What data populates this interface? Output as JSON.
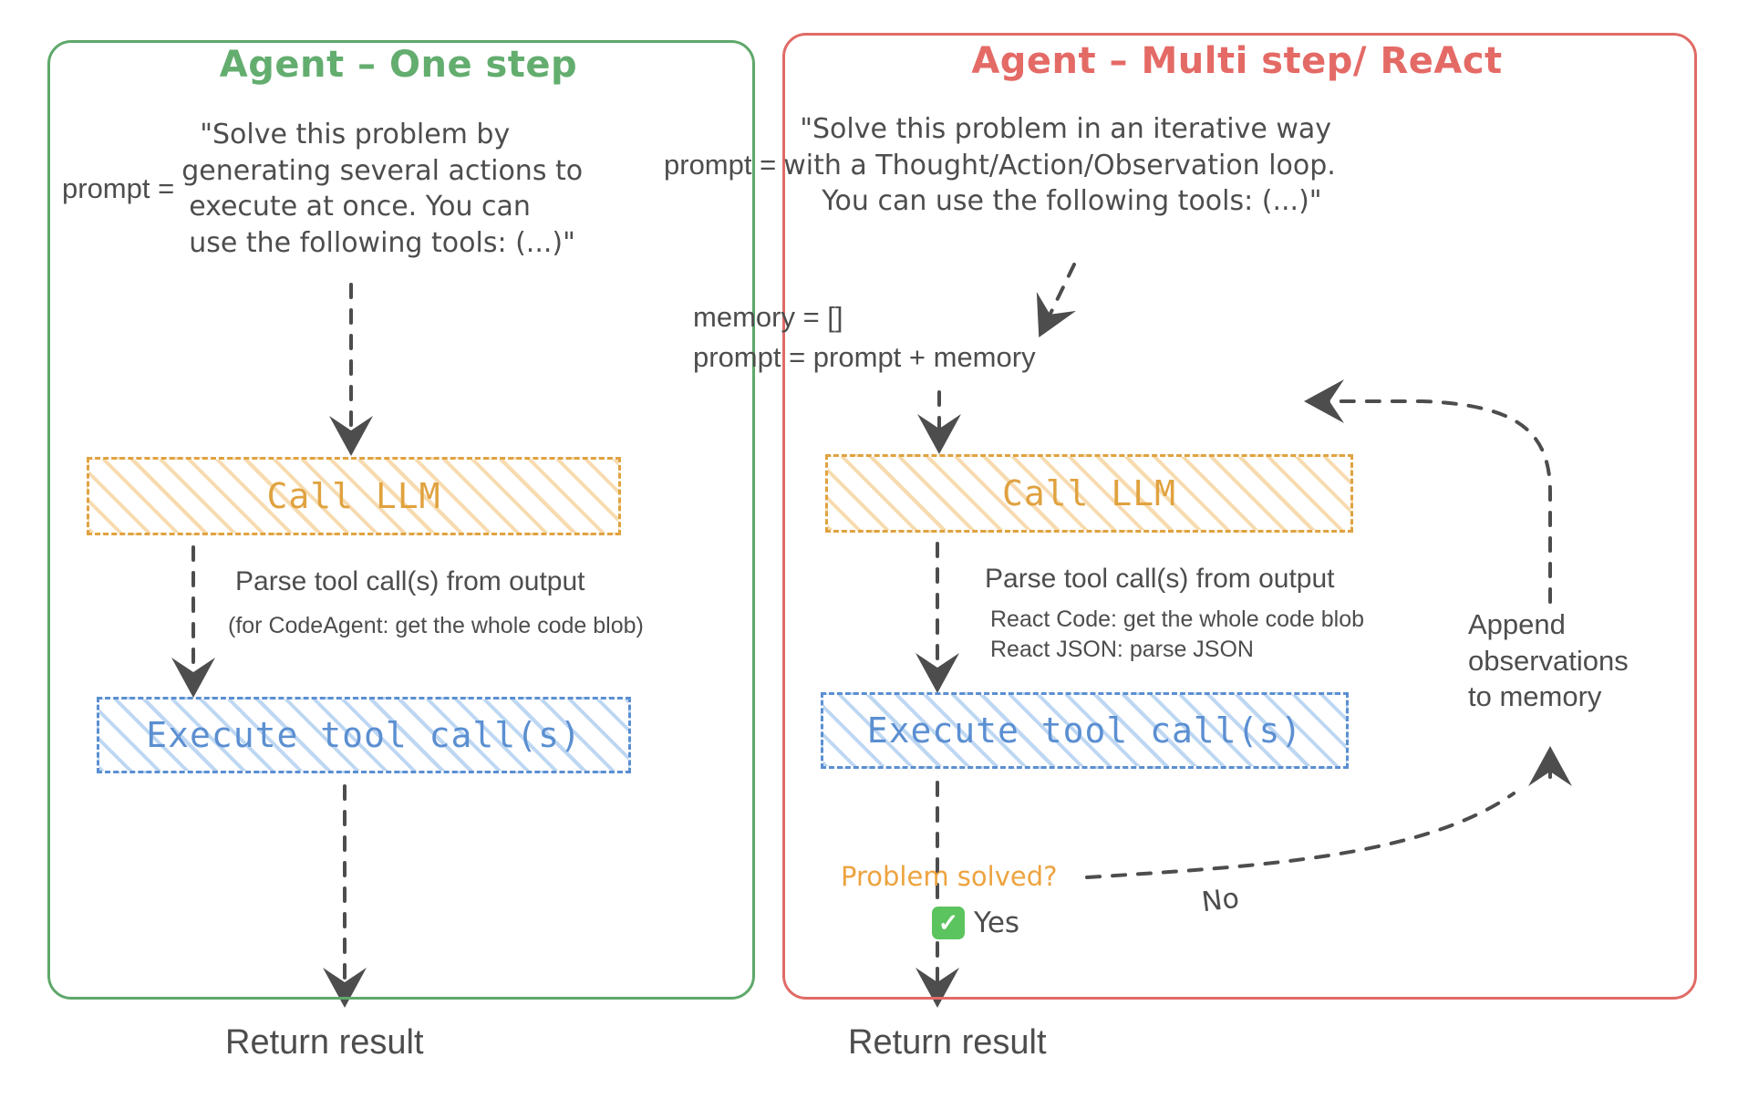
{
  "diagram": {
    "title_hidden": "Agent execution flow comparison",
    "colors": {
      "left_panel_border": "#5fa86b",
      "right_panel_border": "#e06b66",
      "left_title": "#63ad6f",
      "right_title": "#e46a66",
      "llm_box": "#e0a23f",
      "exec_box": "#5b8fd1",
      "check_green": "#5cc45e",
      "text": "#4d4d4d",
      "arrow": "#4d4d4d"
    }
  },
  "left_panel": {
    "title": "Agent – One step",
    "prompt": {
      "label": "prompt =",
      "lines": [
        "\"Solve this problem by",
        "generating several actions to",
        "execute at once. You can",
        "use the following tools: (...)\""
      ]
    },
    "llm_box": {
      "label": "Call LLM"
    },
    "parse": {
      "main": "Parse tool call(s) from output",
      "sub": "(for CodeAgent: get the whole code blob)"
    },
    "exec_box": {
      "label": "Execute tool call(s)"
    },
    "result": "Return result"
  },
  "right_panel": {
    "title": "Agent – Multi step/ ReAct",
    "prompt": {
      "label": "prompt =",
      "lines": [
        "\"Solve this problem in an iterative way",
        "with a Thought/Action/Observation loop.",
        "You can use the following tools: (...)\""
      ]
    },
    "memory": {
      "line1": "memory = []",
      "line2": "prompt = prompt + memory"
    },
    "llm_box": {
      "label": "Call LLM"
    },
    "parse": {
      "main": "Parse tool call(s) from output",
      "sub_line1": "React Code: get the whole code blob",
      "sub_line2": "React JSON: parse JSON"
    },
    "exec_box": {
      "label": "Execute tool call(s)"
    },
    "decision": {
      "question": "Problem solved?",
      "yes_label": "Yes",
      "yes_icon": "check-mark",
      "no_label": "No"
    },
    "append": {
      "line1": "Append",
      "line2": "observations",
      "line3": "to memory"
    },
    "result": "Return result"
  }
}
